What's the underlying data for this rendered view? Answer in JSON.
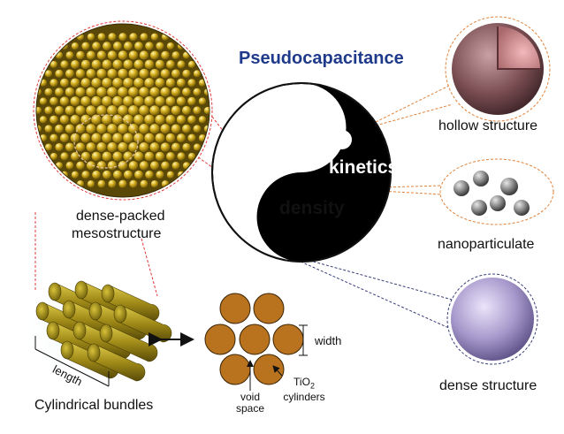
{
  "title": "Pseudocapacitance",
  "yin_yang": {
    "kinetics": "kinetics",
    "density": "density"
  },
  "labels": {
    "dense_packed_line1": "dense-packed",
    "dense_packed_line2": "mesostructure",
    "hollow": "hollow structure",
    "nanoparticulate": "nanoparticulate",
    "dense_structure": "dense structure",
    "cylindrical_bundles": "Cylindrical bundles",
    "length": "length",
    "width": "width",
    "void_line1": "void",
    "void_line2": "space",
    "tio2_line1": "TiO",
    "tio2_sub": "2",
    "tio2_line2": "cylinders"
  },
  "colors": {
    "title_blue": "#1f3a8a",
    "gold": "#c9a316",
    "rod_olive": "#8a7a12",
    "copper": "#b9731f",
    "leader_red": "#e03a3a",
    "leader_orange": "#e0823a",
    "leader_navy": "#3a3f7a",
    "hollow_shell": "#7a4e52",
    "dense_sphere": "#a89acc",
    "particle_grey": "#777777"
  }
}
